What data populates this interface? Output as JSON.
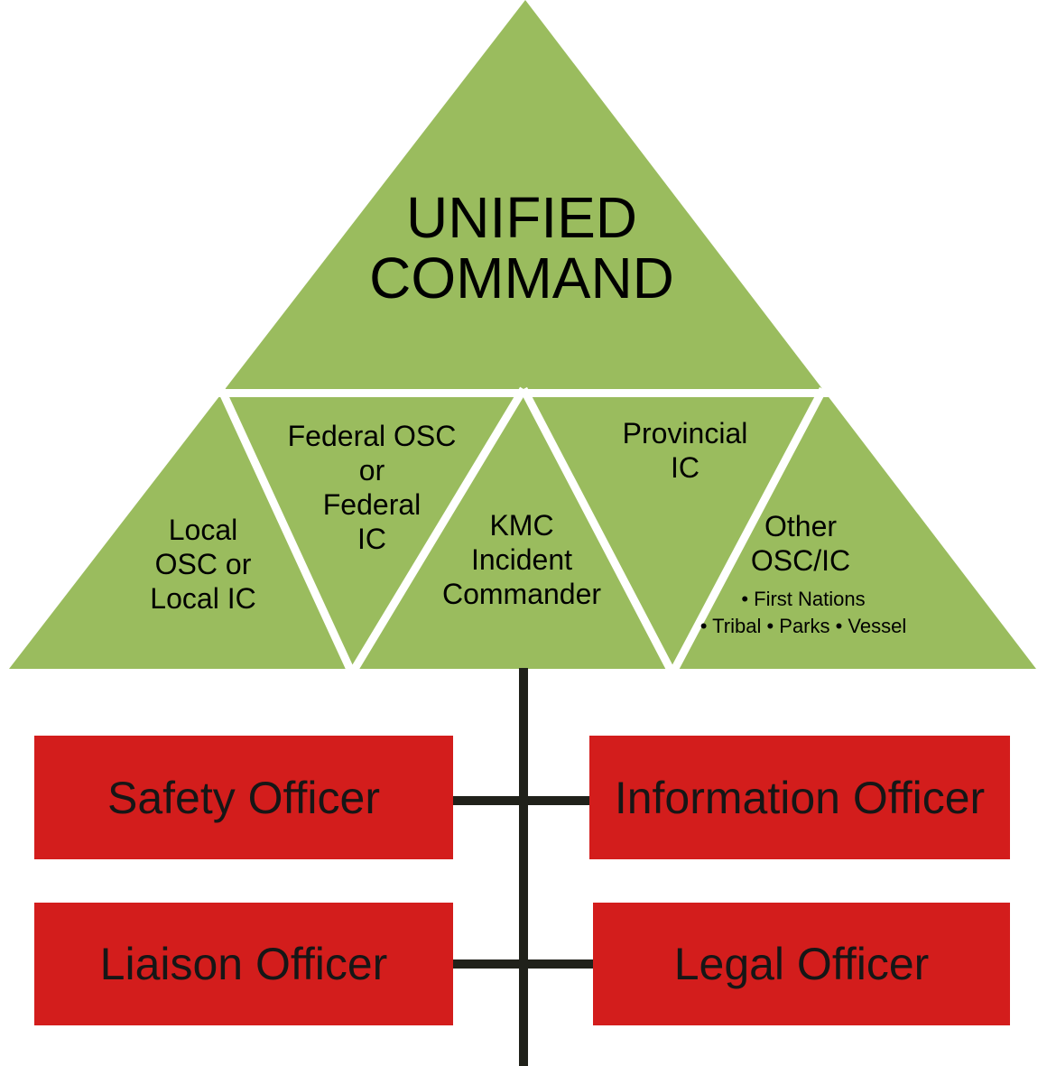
{
  "title": "Unified Command organization pyramid",
  "colors": {
    "green": "#9ABC5E",
    "red": "#D31D1C",
    "connector": "#20211A",
    "text": "#000000",
    "divider": "#FFFFFF"
  },
  "pyramid": {
    "top": {
      "lines": [
        "UNIFIED",
        "COMMAND"
      ]
    },
    "local": {
      "lines": [
        "Local",
        "OSC or",
        "Local IC"
      ]
    },
    "federal": {
      "lines": [
        "Federal OSC",
        "or",
        "Federal",
        "IC"
      ]
    },
    "kmc": {
      "lines": [
        "KMC",
        "Incident",
        "Commander"
      ]
    },
    "provincial": {
      "lines": [
        "Provincial",
        "IC"
      ]
    },
    "other": {
      "lines": [
        "Other",
        "OSC/IC"
      ],
      "bullets": [
        "• First Nations",
        "• Tribal • Parks • Vessel"
      ]
    }
  },
  "officers": {
    "safety": {
      "label": "Safety Officer"
    },
    "information": {
      "label": "Information Officer"
    },
    "liaison": {
      "label": "Liaison Officer"
    },
    "legal": {
      "label": "Legal Officer"
    }
  }
}
